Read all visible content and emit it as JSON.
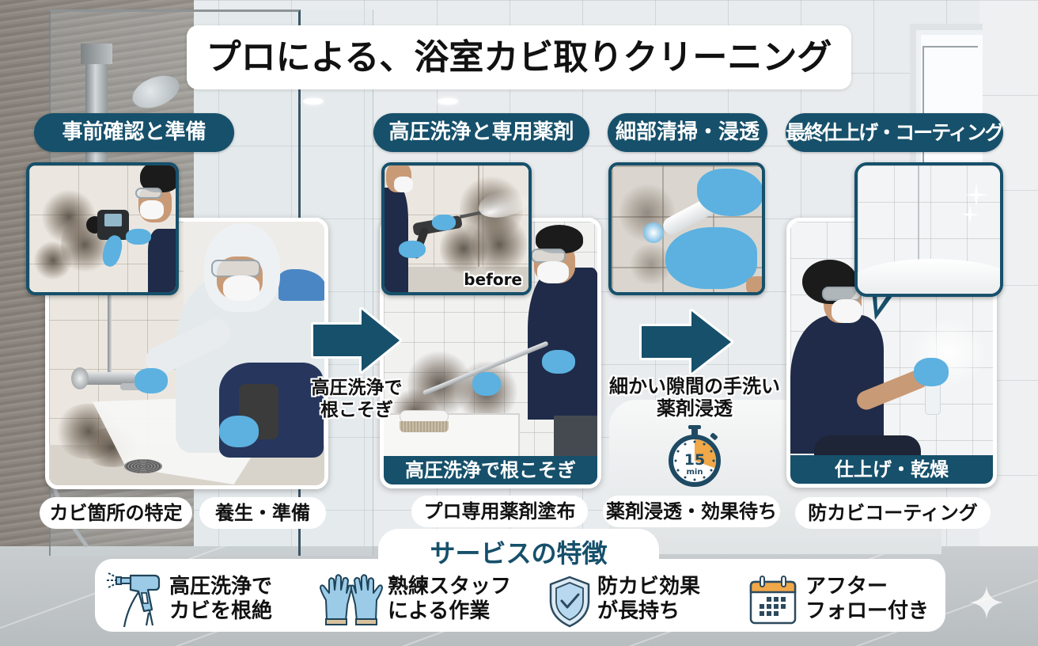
{
  "title": "プロによる、浴室カビ取りクリーニング",
  "colors": {
    "primary": "#16506b",
    "accent_orange": "#f0a848",
    "icon_blue": "#9ccbe8",
    "icon_stroke": "#1f4459",
    "text": "#111111",
    "card_border": "#ffffff"
  },
  "steps": [
    {
      "heading": "事前確認と準備",
      "labels": [
        "カビ箇所の特定",
        "養生・準備"
      ]
    },
    {
      "heading": "高圧洗浄と専用薬剤",
      "inset_tag": "before",
      "caption": "高圧洗浄で根こそぎ",
      "labels": [
        "プロ専用薬剤塗布"
      ]
    },
    {
      "heading": "細部清掃・浸透",
      "timer": {
        "value": "15",
        "unit": "min"
      },
      "labels": [
        "薬剤浸透・効果待ち"
      ]
    },
    {
      "heading": "最終仕上げ・コーティング",
      "caption": "仕上げ・乾燥",
      "labels": [
        "防カビコーティング"
      ]
    }
  ],
  "arrows": [
    {
      "icon": "arrow-right-icon",
      "lines": [
        "高圧洗浄で",
        "根こそぎ"
      ]
    },
    {
      "icon": "arrow-right-icon",
      "lines": [
        "細かい隙間の手洗い",
        "薬剤浸透"
      ]
    }
  ],
  "features": {
    "title": "サービスの特徴",
    "items": [
      {
        "icon": "pressure-washer-icon",
        "lines": [
          "高圧洗浄で",
          "カビを根絶"
        ]
      },
      {
        "icon": "gloves-icon",
        "lines": [
          "熟練スタッフ",
          "による作業"
        ]
      },
      {
        "icon": "shield-check-icon",
        "lines": [
          "防カビ効果",
          "が長持ち"
        ]
      },
      {
        "icon": "calendar-icon",
        "lines": [
          "アフター",
          "フォロー付き"
        ]
      }
    ]
  }
}
